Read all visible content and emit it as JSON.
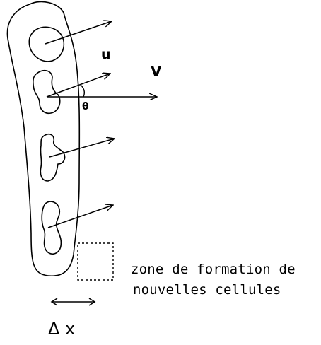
{
  "labels": {
    "velocity_u": "u",
    "velocity_v": "V",
    "angle": "θ",
    "delta_x": "Δ x"
  },
  "caption": {
    "line1": "zone de formation de",
    "line2": "nouvelles cellules"
  },
  "colors": {
    "ink": "#000000",
    "background": "#ffffff"
  }
}
